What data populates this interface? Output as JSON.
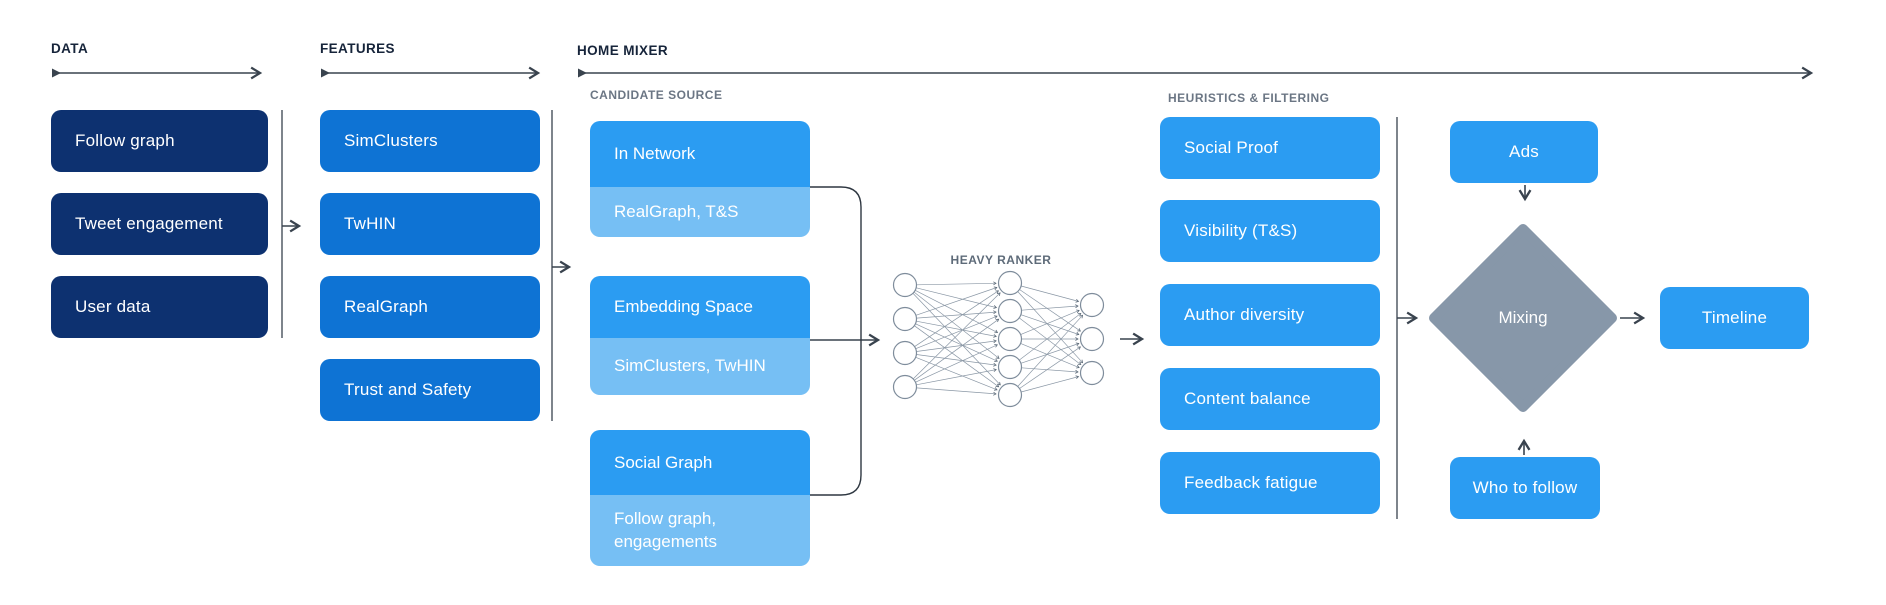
{
  "sections": {
    "data": {
      "title": "DATA",
      "items": [
        "Follow graph",
        "Tweet engagement",
        "User data"
      ]
    },
    "features": {
      "title": "FEATURES",
      "items": [
        "SimClusters",
        "TwHIN",
        "RealGraph",
        "Trust and Safety"
      ]
    },
    "home_mixer": {
      "title": "HOME MIXER",
      "candidate_source": {
        "title": "CANDIDATE SOURCE",
        "cards": [
          {
            "title": "In Network",
            "subtitle": "RealGraph, T&S"
          },
          {
            "title": "Embedding Space",
            "subtitle": "SimClusters, TwHIN"
          },
          {
            "title": "Social Graph",
            "subtitle": "Follow graph, engagements"
          }
        ]
      },
      "heavy_ranker": {
        "title": "HEAVY RANKER",
        "layers": [
          4,
          5,
          3
        ]
      },
      "heuristics": {
        "title": "HEURISTICS & FILTERING",
        "items": [
          "Social Proof",
          "Visibility (T&S)",
          "Author diversity",
          "Content balance",
          "Feedback fatigue"
        ]
      },
      "mixing_stage": {
        "ads": "Ads",
        "mixing": "Mixing",
        "who_to_follow": "Who to follow",
        "timeline": "Timeline"
      }
    }
  },
  "colors": {
    "navy": "#0D3170",
    "blue": "#0E73D4",
    "bright_blue": "#2B9CF2",
    "light_blue": "#76BFF4",
    "diamond_gray": "#8797A9",
    "line": "#39434E",
    "label_gray": "#6B7684",
    "heading": "#16243A"
  }
}
